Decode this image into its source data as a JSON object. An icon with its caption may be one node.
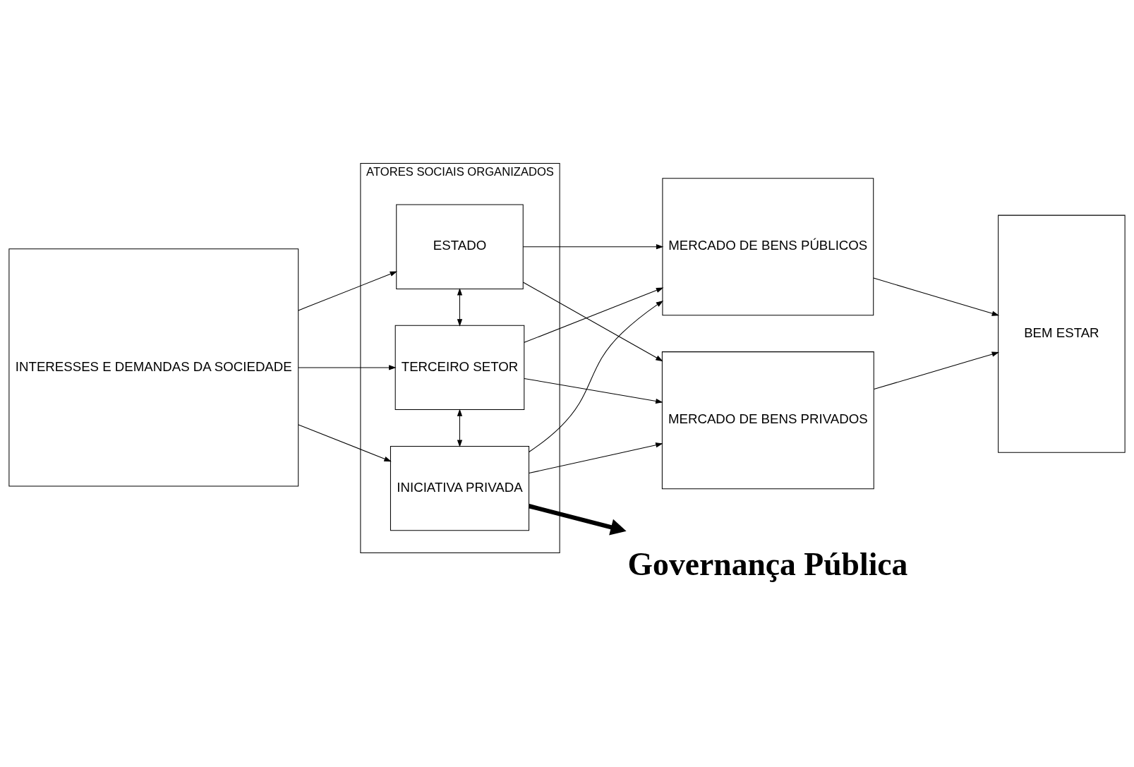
{
  "diagram": {
    "nodes": [
      {
        "text": [
          "INTERESSES E DEMANDAS DA SOCIEDADE"
        ]
      },
      {
        "text": [
          "ATORES SOCIAIS ORGANIZADOS"
        ]
      },
      {
        "text": [
          "ESTADO"
        ],
        "in": 1
      },
      {
        "text": [
          "TERCEIRO SETOR"
        ],
        "in": 1
      },
      {
        "text": [
          "INICIATIVA PRIVADA"
        ],
        "in": 1
      },
      {
        "text": [
          "MERCADO DE BENS PÚBLICOS"
        ]
      },
      {
        "text": [
          "MERCADO DE BENS PRIVADOS"
        ]
      },
      {
        "text": [
          "BEM ESTAR"
        ]
      },
      {
        "text": [
          "Governança Pública"
        ]
      }
    ],
    "edges": [
      {
        "from": 0,
        "to": 2,
        "arrow": "to"
      },
      {
        "from": 0,
        "to": 3,
        "arrow": "to"
      },
      {
        "from": 0,
        "to": 4,
        "arrow": "to"
      },
      {
        "from": 2,
        "to": 3,
        "arrow": "both"
      },
      {
        "from": 3,
        "to": 4,
        "arrow": "both"
      },
      {
        "from": 2,
        "to": 5,
        "arrow": "to"
      },
      {
        "from": 2,
        "to": 6,
        "arrow": "to"
      },
      {
        "from": 3,
        "to": 5,
        "arrow": "to"
      },
      {
        "from": 3,
        "to": 6,
        "arrow": "to"
      },
      {
        "from": 4,
        "to": 5,
        "arrow": "to"
      },
      {
        "from": 4,
        "to": 6,
        "arrow": "to"
      },
      {
        "from": 5,
        "to": 7,
        "arrow": "to"
      },
      {
        "from": 6,
        "to": 7,
        "arrow": "to"
      },
      {
        "from": 4,
        "to": 8,
        "arrow": "to",
        "style": "thick"
      }
    ]
  }
}
